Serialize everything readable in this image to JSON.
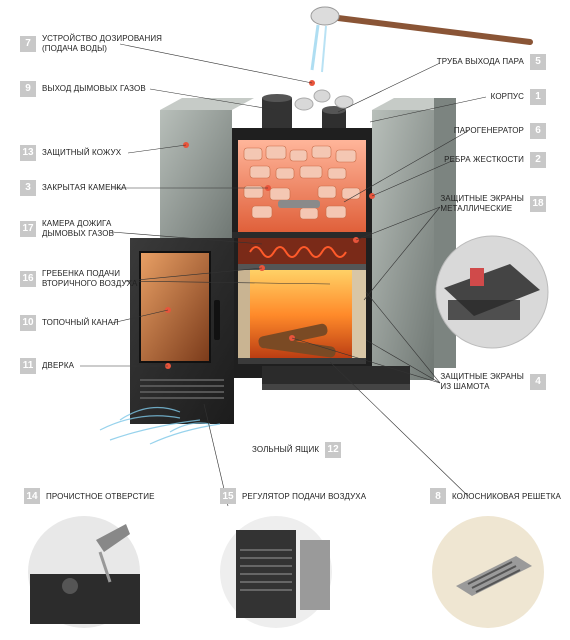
{
  "labels_left": [
    {
      "num": "7",
      "text": "УСТРОЙСТВО ДОЗИРОВАНИЯ\n(ПОДАЧА ВОДЫ)"
    },
    {
      "num": "9",
      "text": "ВЫХОД ДЫМОВЫХ ГАЗОВ"
    },
    {
      "num": "13",
      "text": "ЗАЩИТНЫЙ КОЖУХ"
    },
    {
      "num": "3",
      "text": "ЗАКРЫТАЯ КАМЕНКА"
    },
    {
      "num": "17",
      "text": "КАМЕРА ДОЖИГА\nДЫМОВЫХ ГАЗОВ"
    },
    {
      "num": "16",
      "text": "ГРЕБЕНКА ПОДАЧИ\nВТОРИЧНОГО ВОЗДУХА"
    },
    {
      "num": "10",
      "text": "ТОПОЧНЫЙ КАНАЛ"
    },
    {
      "num": "11",
      "text": "ДВЕРКА"
    }
  ],
  "labels_right": [
    {
      "num": "5",
      "text": "ТРУБА ВЫХОДА ПАРА"
    },
    {
      "num": "1",
      "text": "КОРПУС"
    },
    {
      "num": "6",
      "text": "ПАРОГЕНЕРАТОР"
    },
    {
      "num": "2",
      "text": "РЕБРА ЖЕСТКОСТИ"
    },
    {
      "num": "18",
      "text": "ЗАЩИТНЫЕ ЭКРАНЫ\nМЕТАЛЛИЧЕСКИЕ"
    },
    {
      "num": "4",
      "text": "ЗАЩИТНЫЕ ЭКРАНЫ\nИЗ ШАМОТА"
    }
  ],
  "ash_box": {
    "num": "12",
    "text": "ЗОЛЬНЫЙ ЯЩИК"
  },
  "bottom": [
    {
      "num": "14",
      "text": "ПРОЧИСТНОЕ ОТВЕРСТИЕ"
    },
    {
      "num": "15",
      "text": "РЕГУЛЯТОР ПОДАЧИ ВОЗДУХА"
    },
    {
      "num": "8",
      "text": "КОЛОСНИКОВАЯ РЕШЕТКА"
    }
  ],
  "colors": {
    "badge": "#c8c8c8",
    "fire": "#ff7a1a",
    "stone": "#9aa39e",
    "metal": "#2a2a2a",
    "accent_dot": "#e8543b",
    "air": "#7ec8e8"
  }
}
